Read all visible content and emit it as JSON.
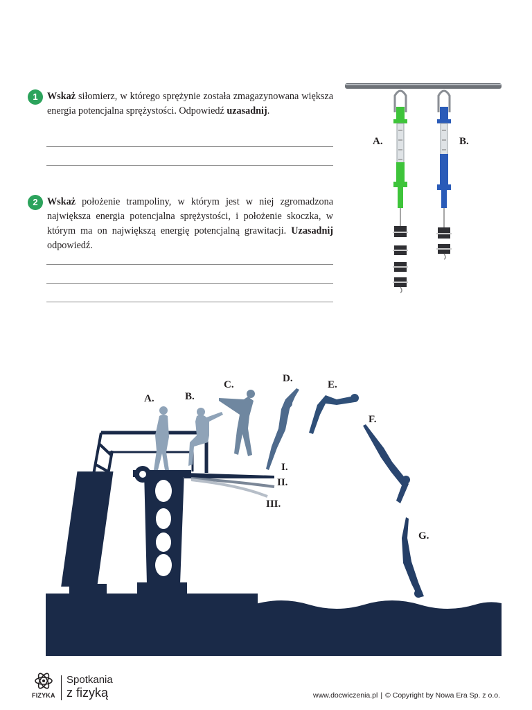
{
  "task1": {
    "number": "1",
    "bold1": "Wskaż",
    "text1": " siłomierz, w którego sprężynie została zmagazynowana większa energia potencjalna sprężystości. Odpowiedź ",
    "bold2": "uzasadnij",
    "text2": "."
  },
  "task2": {
    "number": "2",
    "bold1": "Wskaż",
    "text1": " położenie trampoliny, w którym jest w niej zgromadzona największa energia potencjalna sprężystości, i położenie skoczka, w którym ma on największą energię potencjalną grawitacji. ",
    "bold2": "Uzasadnij",
    "text2": " odpowiedź."
  },
  "meters": {
    "label_a": "A.",
    "label_b": "B.",
    "color_a": "#3ec43a",
    "color_b": "#2a5bb8"
  },
  "diver_figure": {
    "positions": [
      "A.",
      "B.",
      "C.",
      "D.",
      "E.",
      "F.",
      "G."
    ],
    "boards": [
      "I.",
      "II.",
      "III."
    ],
    "dark_color": "#1a2a48",
    "light_color": "#8fa3b8"
  },
  "footer": {
    "subject": "FIZYKA",
    "series_line1": "Spotkania",
    "series_line2": "z fizyką",
    "website": "www.docwiczenia.pl",
    "separator": "|",
    "copyright": "© Copyright by Nowa Era Sp. z o.o."
  }
}
